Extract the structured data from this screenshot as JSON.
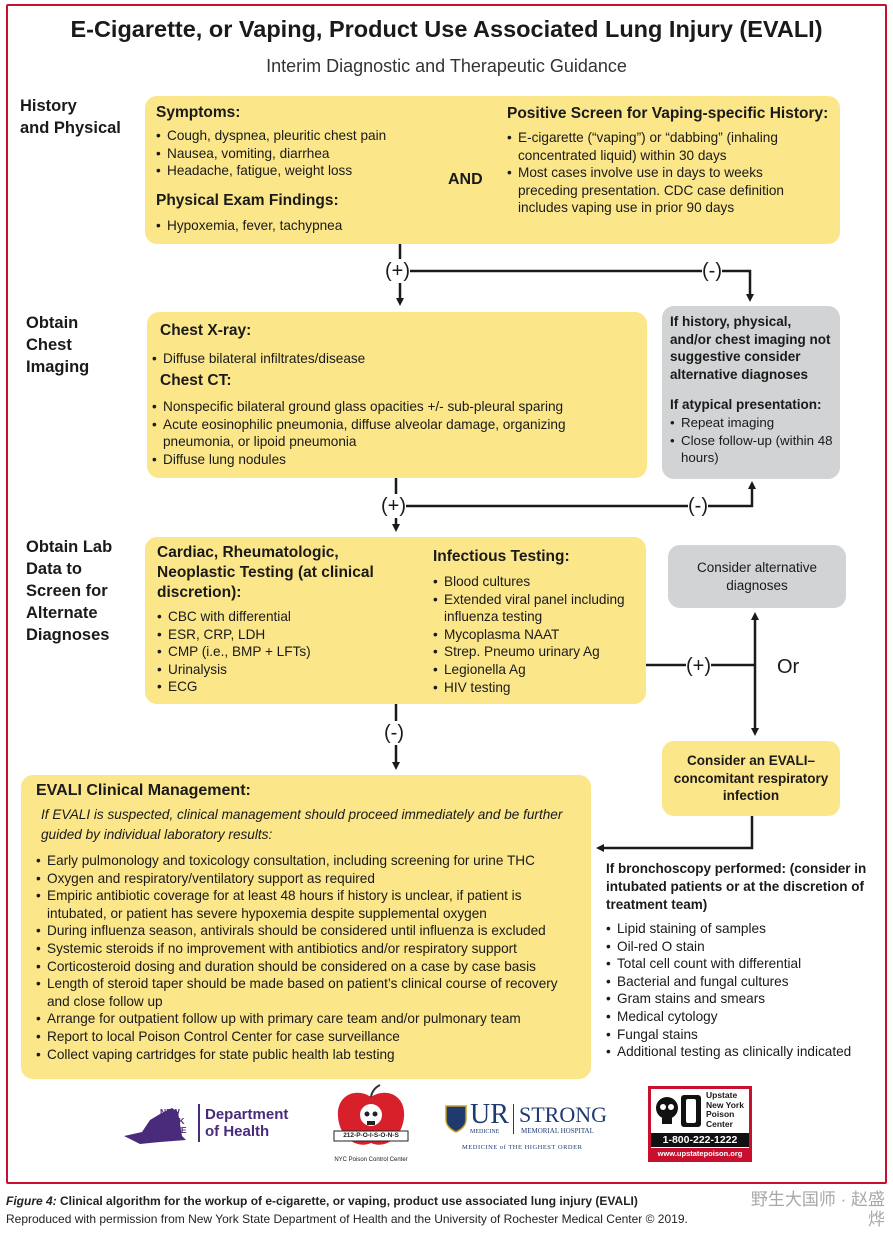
{
  "title": "E-Cigarette, or Vaping, Product Use Associated Lung Injury (EVALI)",
  "subtitle": "Interim Diagnostic and Therapeutic Guidance",
  "sections": {
    "history": [
      "History",
      "and Physical"
    ],
    "imaging": [
      "Obtain",
      "Chest",
      "Imaging"
    ],
    "labs": [
      "Obtain Lab",
      "Data to",
      "Screen for",
      "Alternate",
      "Diagnoses"
    ]
  },
  "symptoms": {
    "heading": "Symptoms:",
    "items": [
      "Cough, dyspnea, pleuritic chest pain",
      "Nausea, vomiting, diarrhea",
      "Headache, fatigue, weight loss"
    ],
    "exam_heading": "Physical Exam Findings:",
    "exam_items": [
      "Hypoxemia, fever, tachypnea"
    ],
    "and": "AND",
    "screen_heading": "Positive Screen for Vaping-specific History:",
    "screen_items": [
      "E-cigarette (“vaping”) or “dabbing” (inhaling concentrated liquid) within 30 days",
      "Most cases involve use in days to weeks preceding presentation. CDC case definition includes vaping use in prior 90 days"
    ]
  },
  "imaging": {
    "xray_heading": "Chest X-ray:",
    "xray_items": [
      "Diffuse bilateral infiltrates/disease"
    ],
    "ct_heading": "Chest CT:",
    "ct_items": [
      "Nonspecific bilateral ground glass opacities +/- sub-pleural sparing",
      "Acute eosinophilic pneumonia, diffuse alveolar damage, organizing pneumonia, or lipoid pneumonia",
      "Diffuse lung nodules"
    ]
  },
  "alt_box": {
    "heading": "If history, physical, and/or chest imaging not suggestive consider alternative diagnoses",
    "atypical_heading": "If atypical presentation:",
    "atypical_items": [
      "Repeat imaging",
      "Close follow-up (within 48 hours)"
    ]
  },
  "labs": {
    "cardiac_heading": "Cardiac, Rheumatologic, Neoplastic Testing (at clinical discretion):",
    "cardiac_items": [
      "CBC with differential",
      "ESR, CRP, LDH",
      "CMP (i.e., BMP + LFTs)",
      "Urinalysis",
      "ECG"
    ],
    "infect_heading": "Infectious Testing:",
    "infect_items": [
      "Blood cultures",
      "Extended viral panel including influenza testing",
      "Mycoplasma NAAT",
      "Strep. Pneumo urinary Ag",
      "Legionella Ag",
      "HIV testing"
    ]
  },
  "consider_alt": "Consider alternative diagnoses",
  "or_label": "Or",
  "concomitant": "Consider an EVALI– concomitant respiratory infection",
  "management": {
    "heading": "EVALI Clinical Management:",
    "intro": "If EVALI is suspected, clinical management should proceed immediately and be further guided by individual laboratory results:",
    "items": [
      "Early pulmonology and toxicology consultation, including screening for urine THC",
      "Oxygen and respiratory/ventilatory support as required",
      "Empiric antibiotic coverage for at least 48 hours if history is unclear, if patient is intubated, or patient has severe hypoxemia despite supplemental oxygen",
      "During influenza season, antivirals should be considered until influenza is excluded",
      "Systemic steroids if no improvement with antibiotics and/or respiratory support",
      "Corticosteroid dosing and duration should be considered on a case by case basis",
      "Length of steroid taper should be made based on patient’s clinical course of recovery and close follow up",
      "Arrange for outpatient follow up with primary care team and/or pulmonary team",
      "Report to local Poison Control Center for case surveillance",
      "Collect vaping cartridges for state public health lab testing"
    ]
  },
  "bronch": {
    "heading": "If bronchoscopy performed: (consider in intubated patients or at the discretion of treatment team)",
    "items": [
      "Lipid staining of samples",
      "Oil-red O stain",
      "Total cell count with differential",
      "Bacterial and fungal cultures",
      "Gram stains and smears",
      "Medical cytology",
      "Fungal stains",
      "Additional testing as clinically indicated"
    ]
  },
  "connectors": {
    "pos1": "(+)",
    "neg1": "(-)",
    "pos2": "(+)",
    "neg2": "(-)",
    "pos3": "(+)",
    "neg3": "(-)"
  },
  "logos": {
    "nys_state": "NEW YORK STATE",
    "nys_dept": "Department",
    "nys_health": "of Health",
    "poison_number": "212-P-O-I-S-O-N-S",
    "poison_center": "NYC Poison Control Center",
    "ur": "UR",
    "ur_medicine": "MEDICINE",
    "strong": "STRONG",
    "strong_sub": "MEMORIAL HOSPITAL",
    "ur_tagline": "MEDICINE of THE HIGHEST ORDER",
    "upstate": "Upstate New York Poison Center",
    "upstate_phone": "1-800-222-1222",
    "upstate_url": "www.upstatepoison.org"
  },
  "caption": {
    "figure": "Figure 4:",
    "text": "Clinical algorithm for the workup of e-cigarette, or vaping, product use associated lung injury (EVALI)",
    "credit": "Reproduced with permission from New York State Department of Health and the University of Rochester Medical Center © 2019."
  },
  "watermark": "野生大国师 · 赵盛烨",
  "colors": {
    "yellow": "#fbe68a",
    "gray": "#d1d3d4",
    "border": "#c8102e"
  }
}
